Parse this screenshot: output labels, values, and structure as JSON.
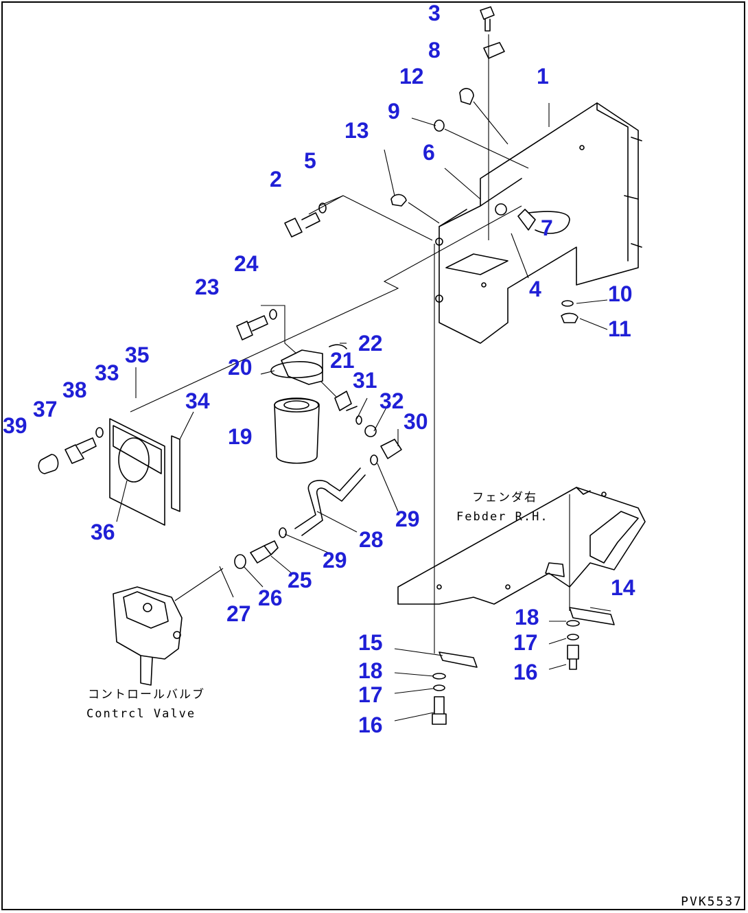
{
  "callouts": {
    "c1": "1",
    "c2": "2",
    "c3": "3",
    "c4": "4",
    "c5": "5",
    "c6": "6",
    "c7": "7",
    "c8": "8",
    "c9": "9",
    "c10": "10",
    "c11": "11",
    "c12": "12",
    "c13": "13",
    "c14": "14",
    "c15": "15",
    "c16a": "16",
    "c16b": "16",
    "c17a": "17",
    "c17b": "17",
    "c18a": "18",
    "c18b": "18",
    "c19": "19",
    "c20": "20",
    "c21": "21",
    "c22": "22",
    "c23": "23",
    "c24": "24",
    "c25": "25",
    "c26": "26",
    "c27": "27",
    "c28": "28",
    "c29a": "29",
    "c29b": "29",
    "c30": "30",
    "c31": "31",
    "c32": "32",
    "c33": "33",
    "c34": "34",
    "c35": "35",
    "c36": "36",
    "c37": "37",
    "c38": "38",
    "c39": "39"
  },
  "notes": {
    "fender_jp": "フェンダ右",
    "fender_en": "Febder R.H.",
    "valve_jp": "コントロールバルブ",
    "valve_en": "Contrcl Valve"
  },
  "drawing_code": "PVK5537",
  "colors": {
    "callout": "#1f1fd6",
    "line": "#000000"
  }
}
